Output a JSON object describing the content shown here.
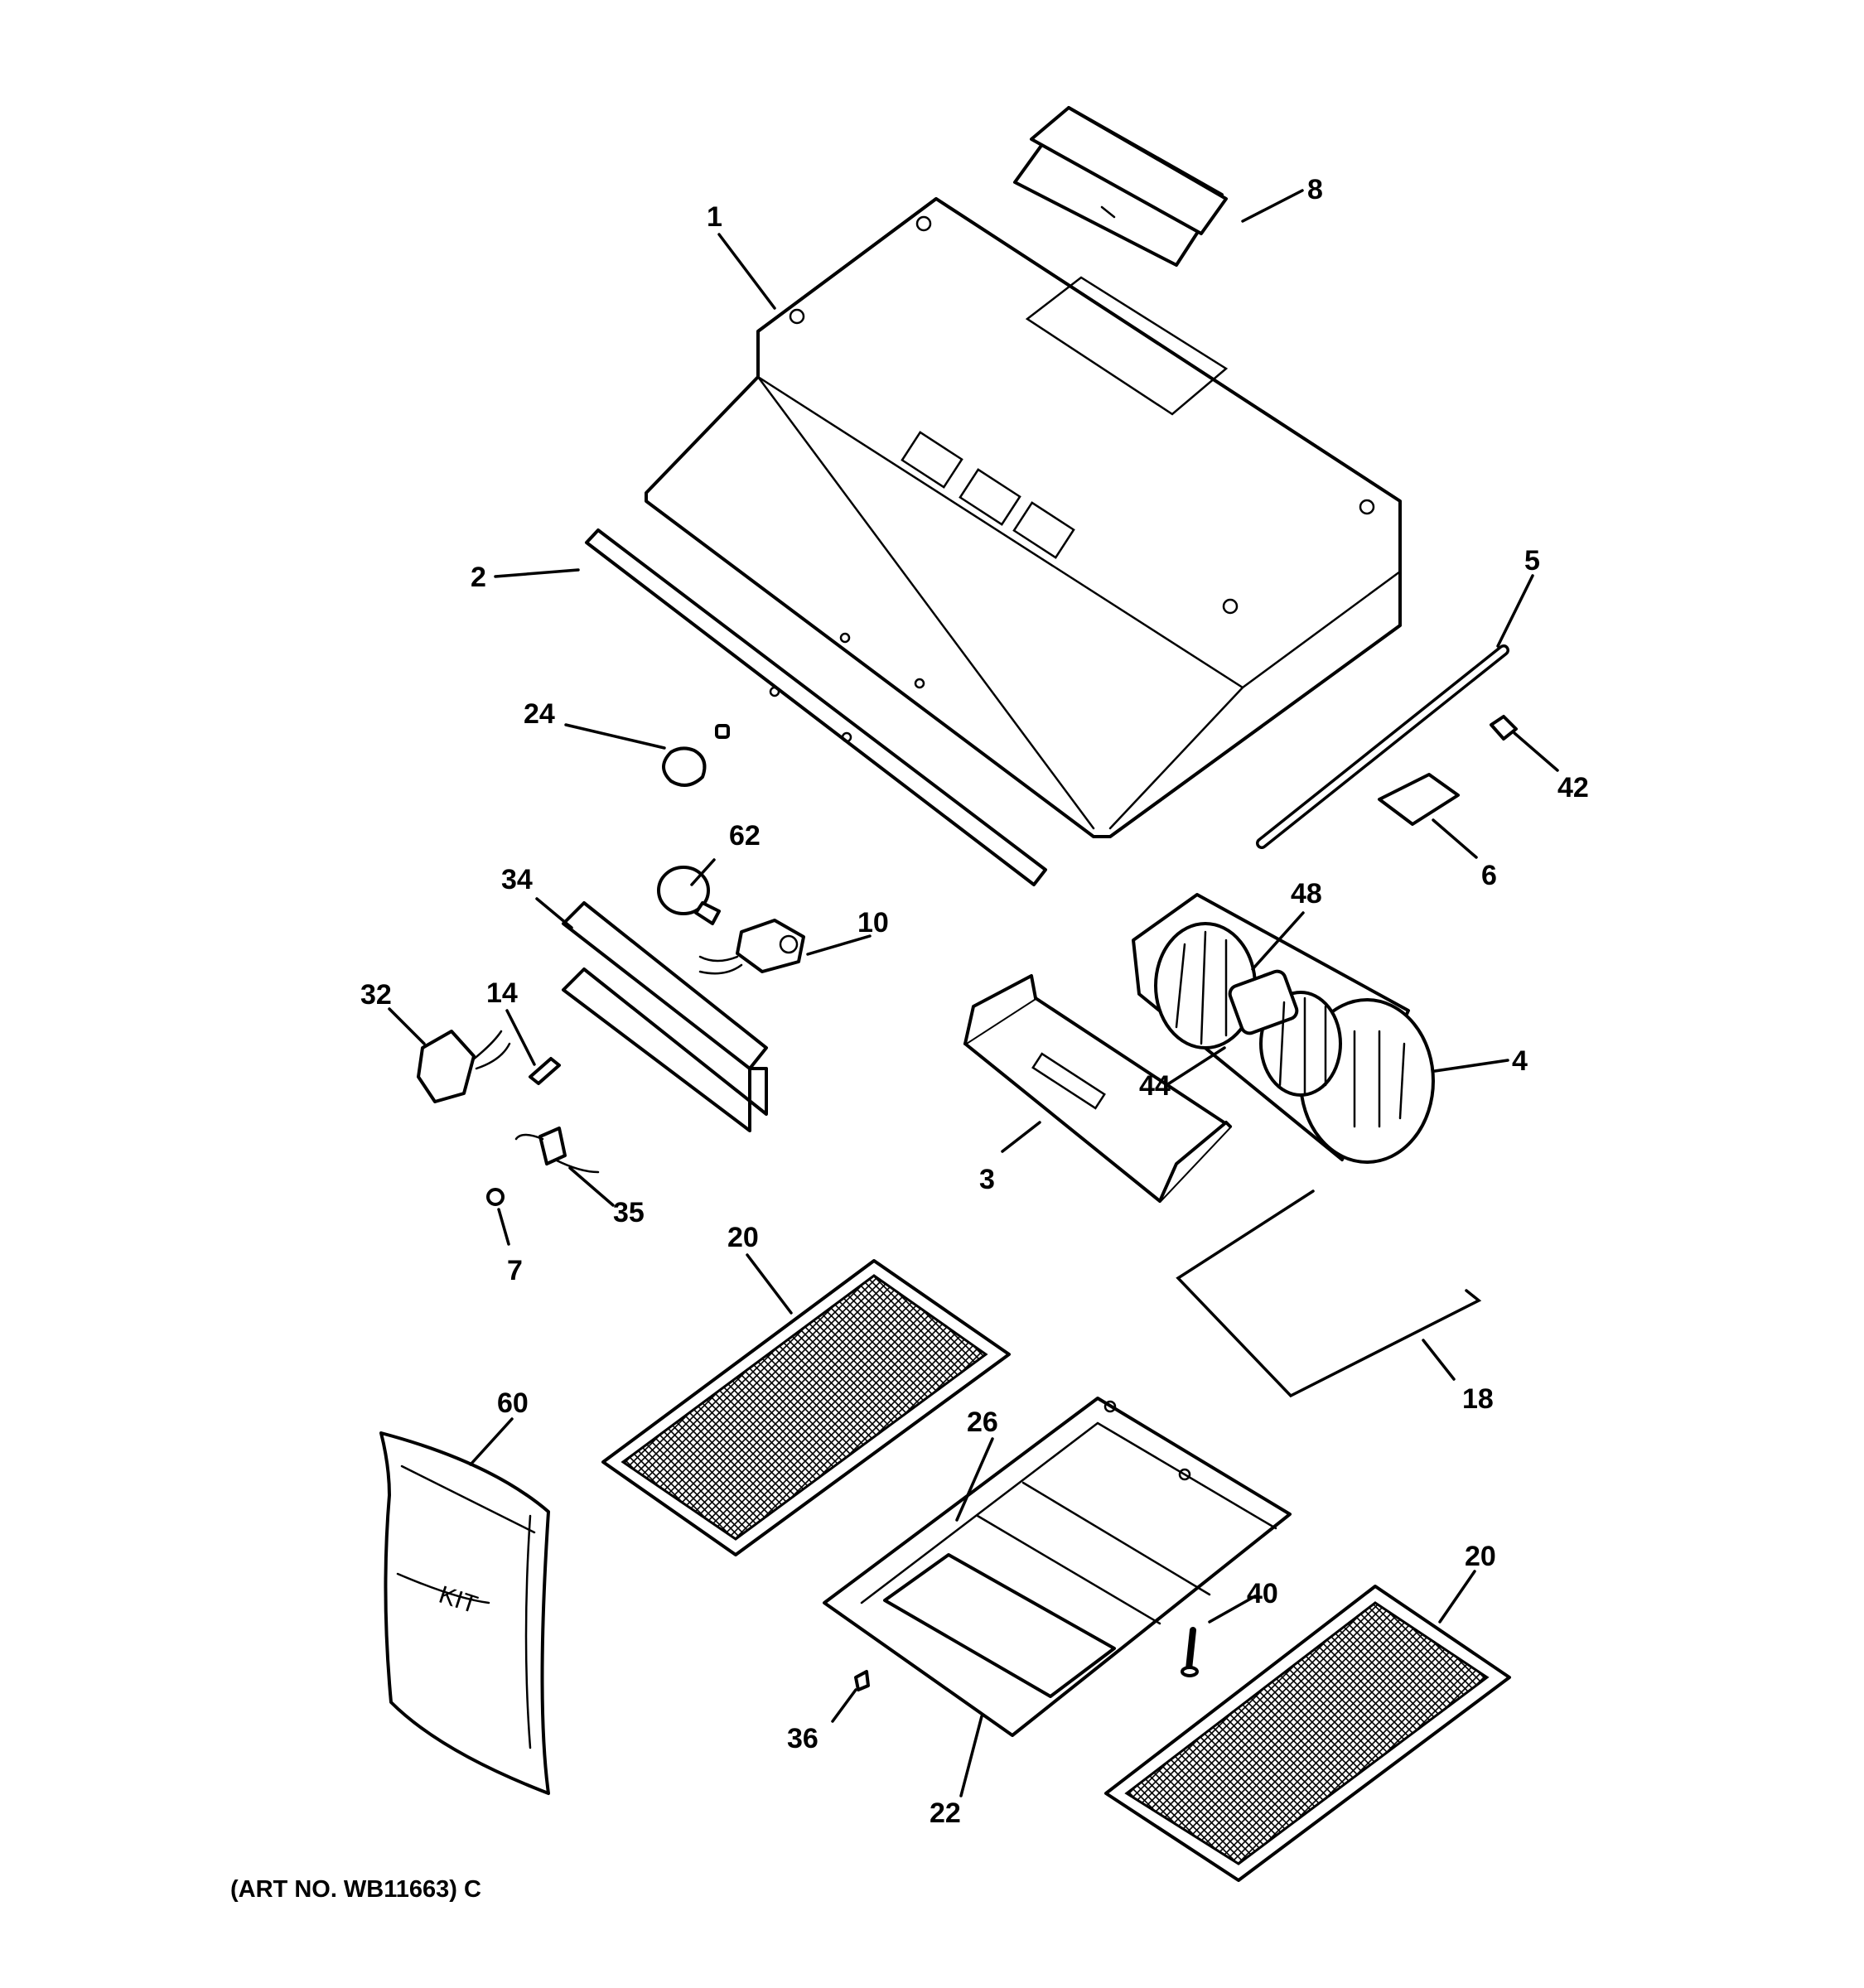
{
  "labels": {
    "p1": "1",
    "p2": "2",
    "p3": "3",
    "p4": "4",
    "p5": "5",
    "p6": "6",
    "p7": "7",
    "p8": "8",
    "p10": "10",
    "p14": "14",
    "p18": "18",
    "p20a": "20",
    "p20b": "20",
    "p22": "22",
    "p24": "24",
    "p26": "26",
    "p32": "32",
    "p34": "34",
    "p35": "35",
    "p36": "36",
    "p40": "40",
    "p42": "42",
    "p44": "44",
    "p48": "48",
    "p60": "60",
    "p62": "62"
  },
  "bag_text": "KIT",
  "caption": "(ART NO. WB11663) C"
}
